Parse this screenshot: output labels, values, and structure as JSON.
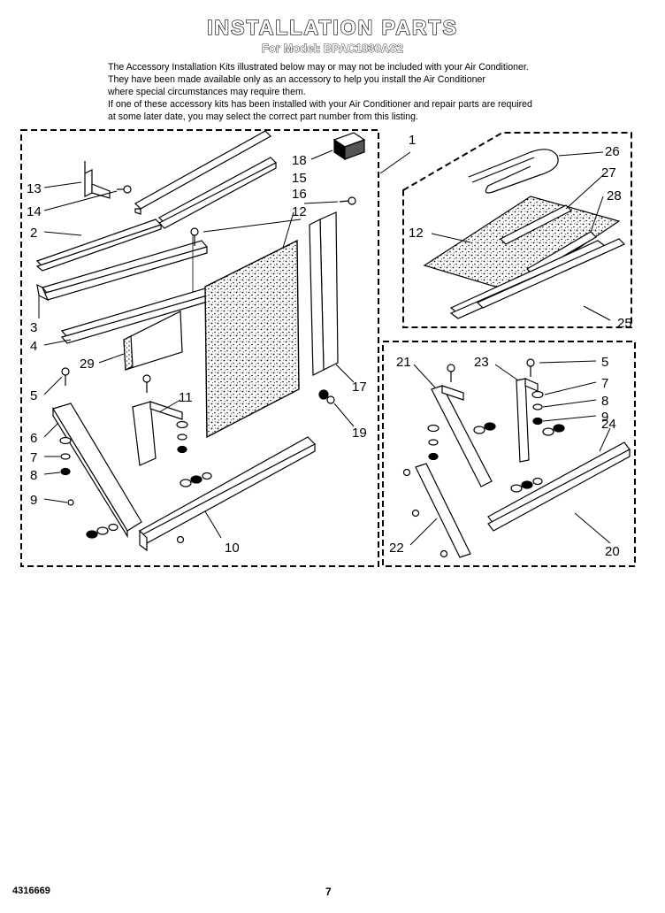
{
  "header": {
    "title": "INSTALLATION PARTS",
    "subtitle": "For Model: BPAC1830AS2"
  },
  "intro": {
    "lines": [
      "The Accessory Installation Kits illustrated below may or may not be included with your Air Conditioner.",
      "They have been made available only as an accessory to help you install the Air Conditioner",
      "where special circumstances may require them.",
      "If one of these accessory kits has been installed with your Air Conditioner and repair parts are required",
      "at some later date, you may select the correct part number from this listing."
    ]
  },
  "callouts": {
    "kit_main": "1",
    "main_left": [
      "13",
      "14",
      "2",
      "3",
      "4",
      "29",
      "5",
      "6",
      "7",
      "8",
      "9"
    ],
    "main_mid": [
      "18",
      "15",
      "16",
      "12",
      "11",
      "10",
      "17",
      "19"
    ],
    "kit_top_right": [
      "26",
      "27",
      "28",
      "12",
      "25"
    ],
    "kit_bottom_right": [
      "21",
      "23",
      "5",
      "7",
      "8",
      "9",
      "24",
      "22",
      "20"
    ]
  },
  "footer": {
    "doc_number": "4316669",
    "page": "7"
  }
}
